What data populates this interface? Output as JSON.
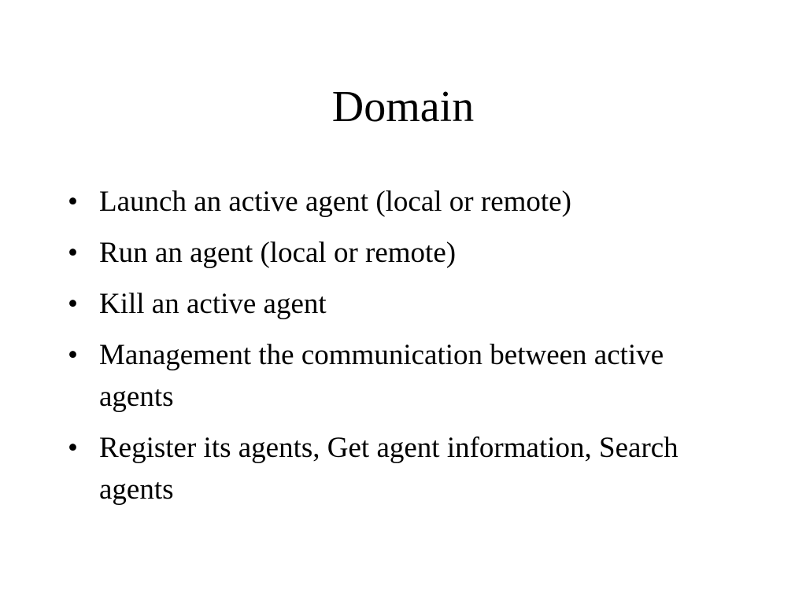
{
  "slide": {
    "title": "Domain",
    "bullet_glyph": "•",
    "bullets": [
      "Launch an active agent (local or remote)",
      "Run an agent (local or remote)",
      "Kill an active agent",
      "Management the communication between active agents",
      "Register its agents, Get agent information, Search agents"
    ]
  },
  "colors": {
    "background": "#ffffff",
    "text": "#000000"
  }
}
